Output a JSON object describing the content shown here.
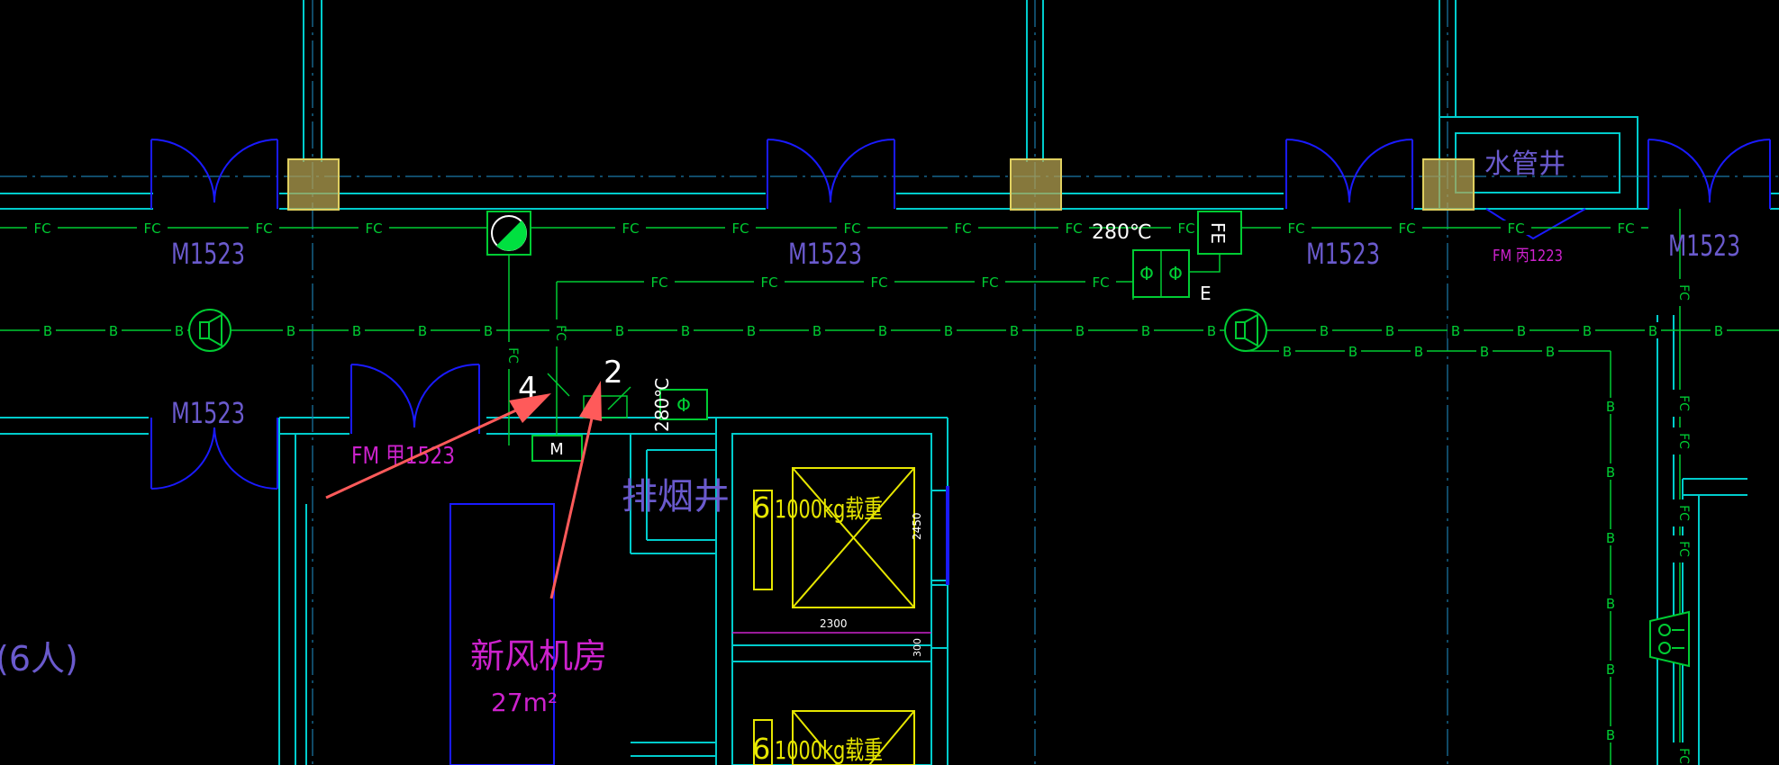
{
  "colors": {
    "background": "#000000",
    "wall": "#00cccc",
    "door": "#1a1aff",
    "fire_line": "#00cc33",
    "column": "#b3a050",
    "column_stroke": "#e0d060",
    "room_label": "#6a5acd",
    "magenta": "#cc22cc",
    "elevator": "#e6e600",
    "annotation": "#ffffff",
    "arrow": "#ff5a5a"
  },
  "line_labels": {
    "fc": "FC",
    "b": "B"
  },
  "doors": {
    "m1523": "M1523",
    "fm_jia": "FM 甲1523",
    "fm_bing": "FM 丙1223"
  },
  "equipment": {
    "fe": "FE",
    "e": "E",
    "m": "M",
    "temp": "280℃",
    "damper_symbol": "Φ"
  },
  "rooms": {
    "water_shaft": "水管井",
    "smoke_shaft": "排烟井",
    "fresh_air_room": "新风机房",
    "fresh_air_area": "27m²",
    "occupancy": "(6人)",
    "elevator_text": "1000kg载重",
    "elevator_prefix": "6",
    "dim_2300": "2300",
    "dim_2450": "2450",
    "dim_300": "300"
  },
  "annotations": {
    "label_4": "4",
    "label_2": "2"
  }
}
